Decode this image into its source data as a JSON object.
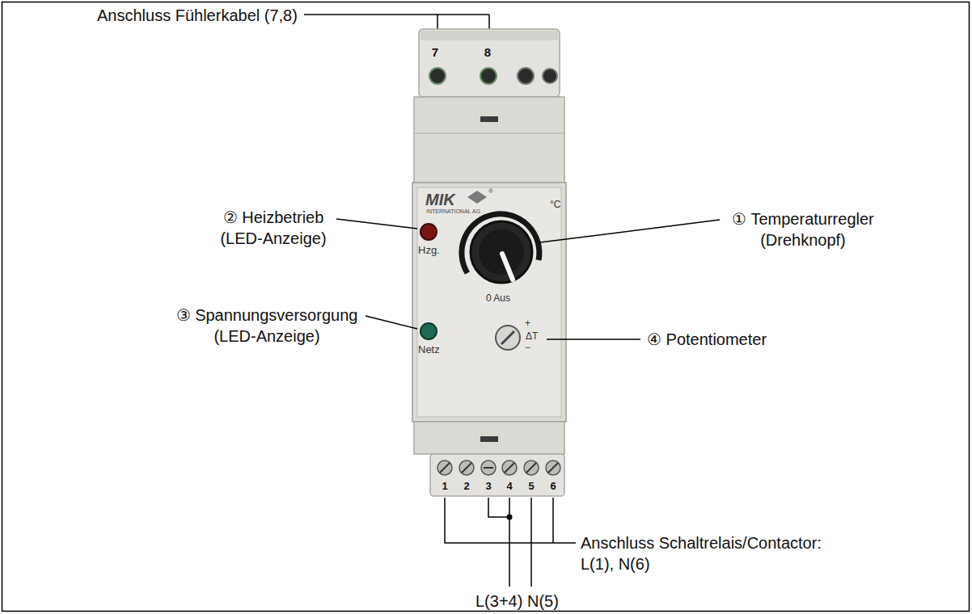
{
  "diagram": {
    "labels": [
      "Anschluss Fühlerkabel (7,8)",
      "7",
      "8",
      "MIK",
      "®",
      "INTERNATIONAL AG",
      "② Heizbetrieb (LED-Anzeige)",
      "Hzg.",
      "① Temperaturregler (Drehknopf)",
      "°C",
      "0 Aus",
      "③ Spannungsversorgung (LED-Anzeige)",
      "Netz",
      "④ Potentiometer",
      "+",
      "ΔT",
      "−",
      "1",
      "2",
      "3",
      "4",
      "5",
      "6",
      "Anschluss Schaltrelais/Contactor: L(1), N(6)",
      "L(3+4)",
      "N(5)"
    ]
  }
}
